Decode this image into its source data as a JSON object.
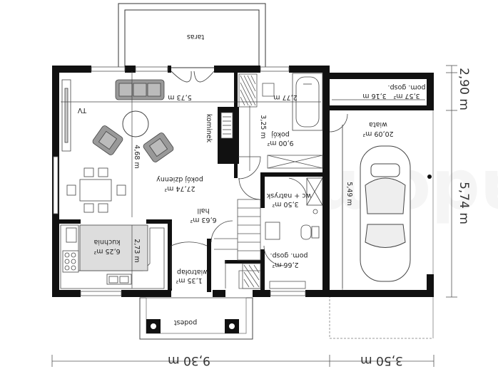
{
  "rooms": {
    "taras": "taras",
    "tv": "TV",
    "pokoj_dzienny_name": "pokój dzienny",
    "pokoj_dzienny_area": "27,74 m²",
    "dim_573": "5,73 m",
    "dim_468": "4,68 m",
    "dim_277": "2,77 m",
    "dim_325": "3,25 m",
    "pokoj_name": "pokój",
    "pokoj_area": "9,00 m²",
    "kominek": "kominek",
    "pom_gosp_top_name": "pom. gosp.",
    "pom_gosp_top_area": "3,57 m²",
    "dim_316": "3,16 m",
    "wiata_name": "wiata",
    "wiata_area": "20,09 m²",
    "dim_549": "5,49 m",
    "wc_name": "wc + natrysk",
    "wc_area": "3,50 m²",
    "hall_name": "hall",
    "hall_area": "6,63 m²",
    "kuchnia_name": "kuchnia",
    "kuchnia_area": "6,25 m²",
    "dim_273": "2,73 m",
    "wiatrolap_name": "wiatrołap",
    "wiatrolap_area": "1,35 m²",
    "pom_gosp_bot_name": "pom. gosp.",
    "pom_gosp_bot_area": "2,66 m²",
    "podest": "podest"
  },
  "dimensions": {
    "bottom_left": "9,30 m",
    "bottom_right": "3,50 m",
    "right_top": "2,90 m",
    "right_mid": "5,74 m"
  },
  "watermark": "extradom",
  "colors": {
    "wall": "#111111",
    "furniture": "#888888",
    "furniture_dark": "#555555",
    "dimension": "#444444"
  }
}
